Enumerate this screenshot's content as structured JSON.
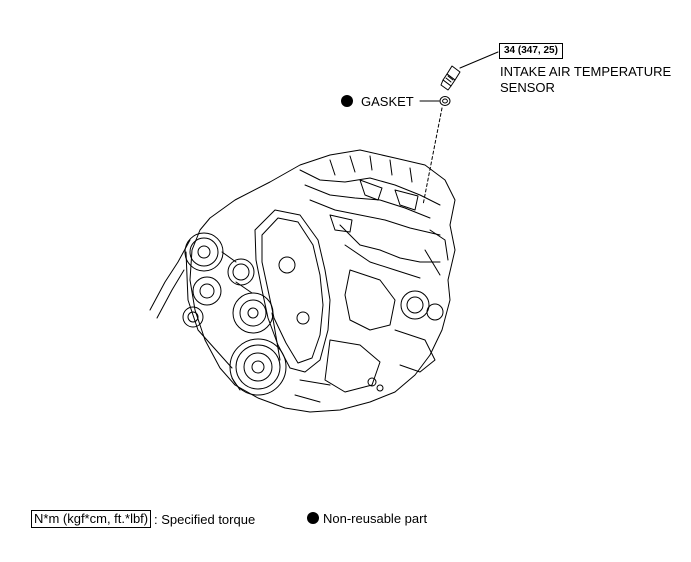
{
  "callouts": {
    "torque_value": "34 (347, 25)",
    "sensor_line1": "INTAKE AIR TEMPERATURE",
    "sensor_line2": "SENSOR",
    "gasket": "GASKET"
  },
  "legend": {
    "torque_units": "N*m (kgf*cm, ft.*lbf)",
    "torque_desc": ": Specified torque",
    "nonreusable": "Non-reusable part"
  }
}
